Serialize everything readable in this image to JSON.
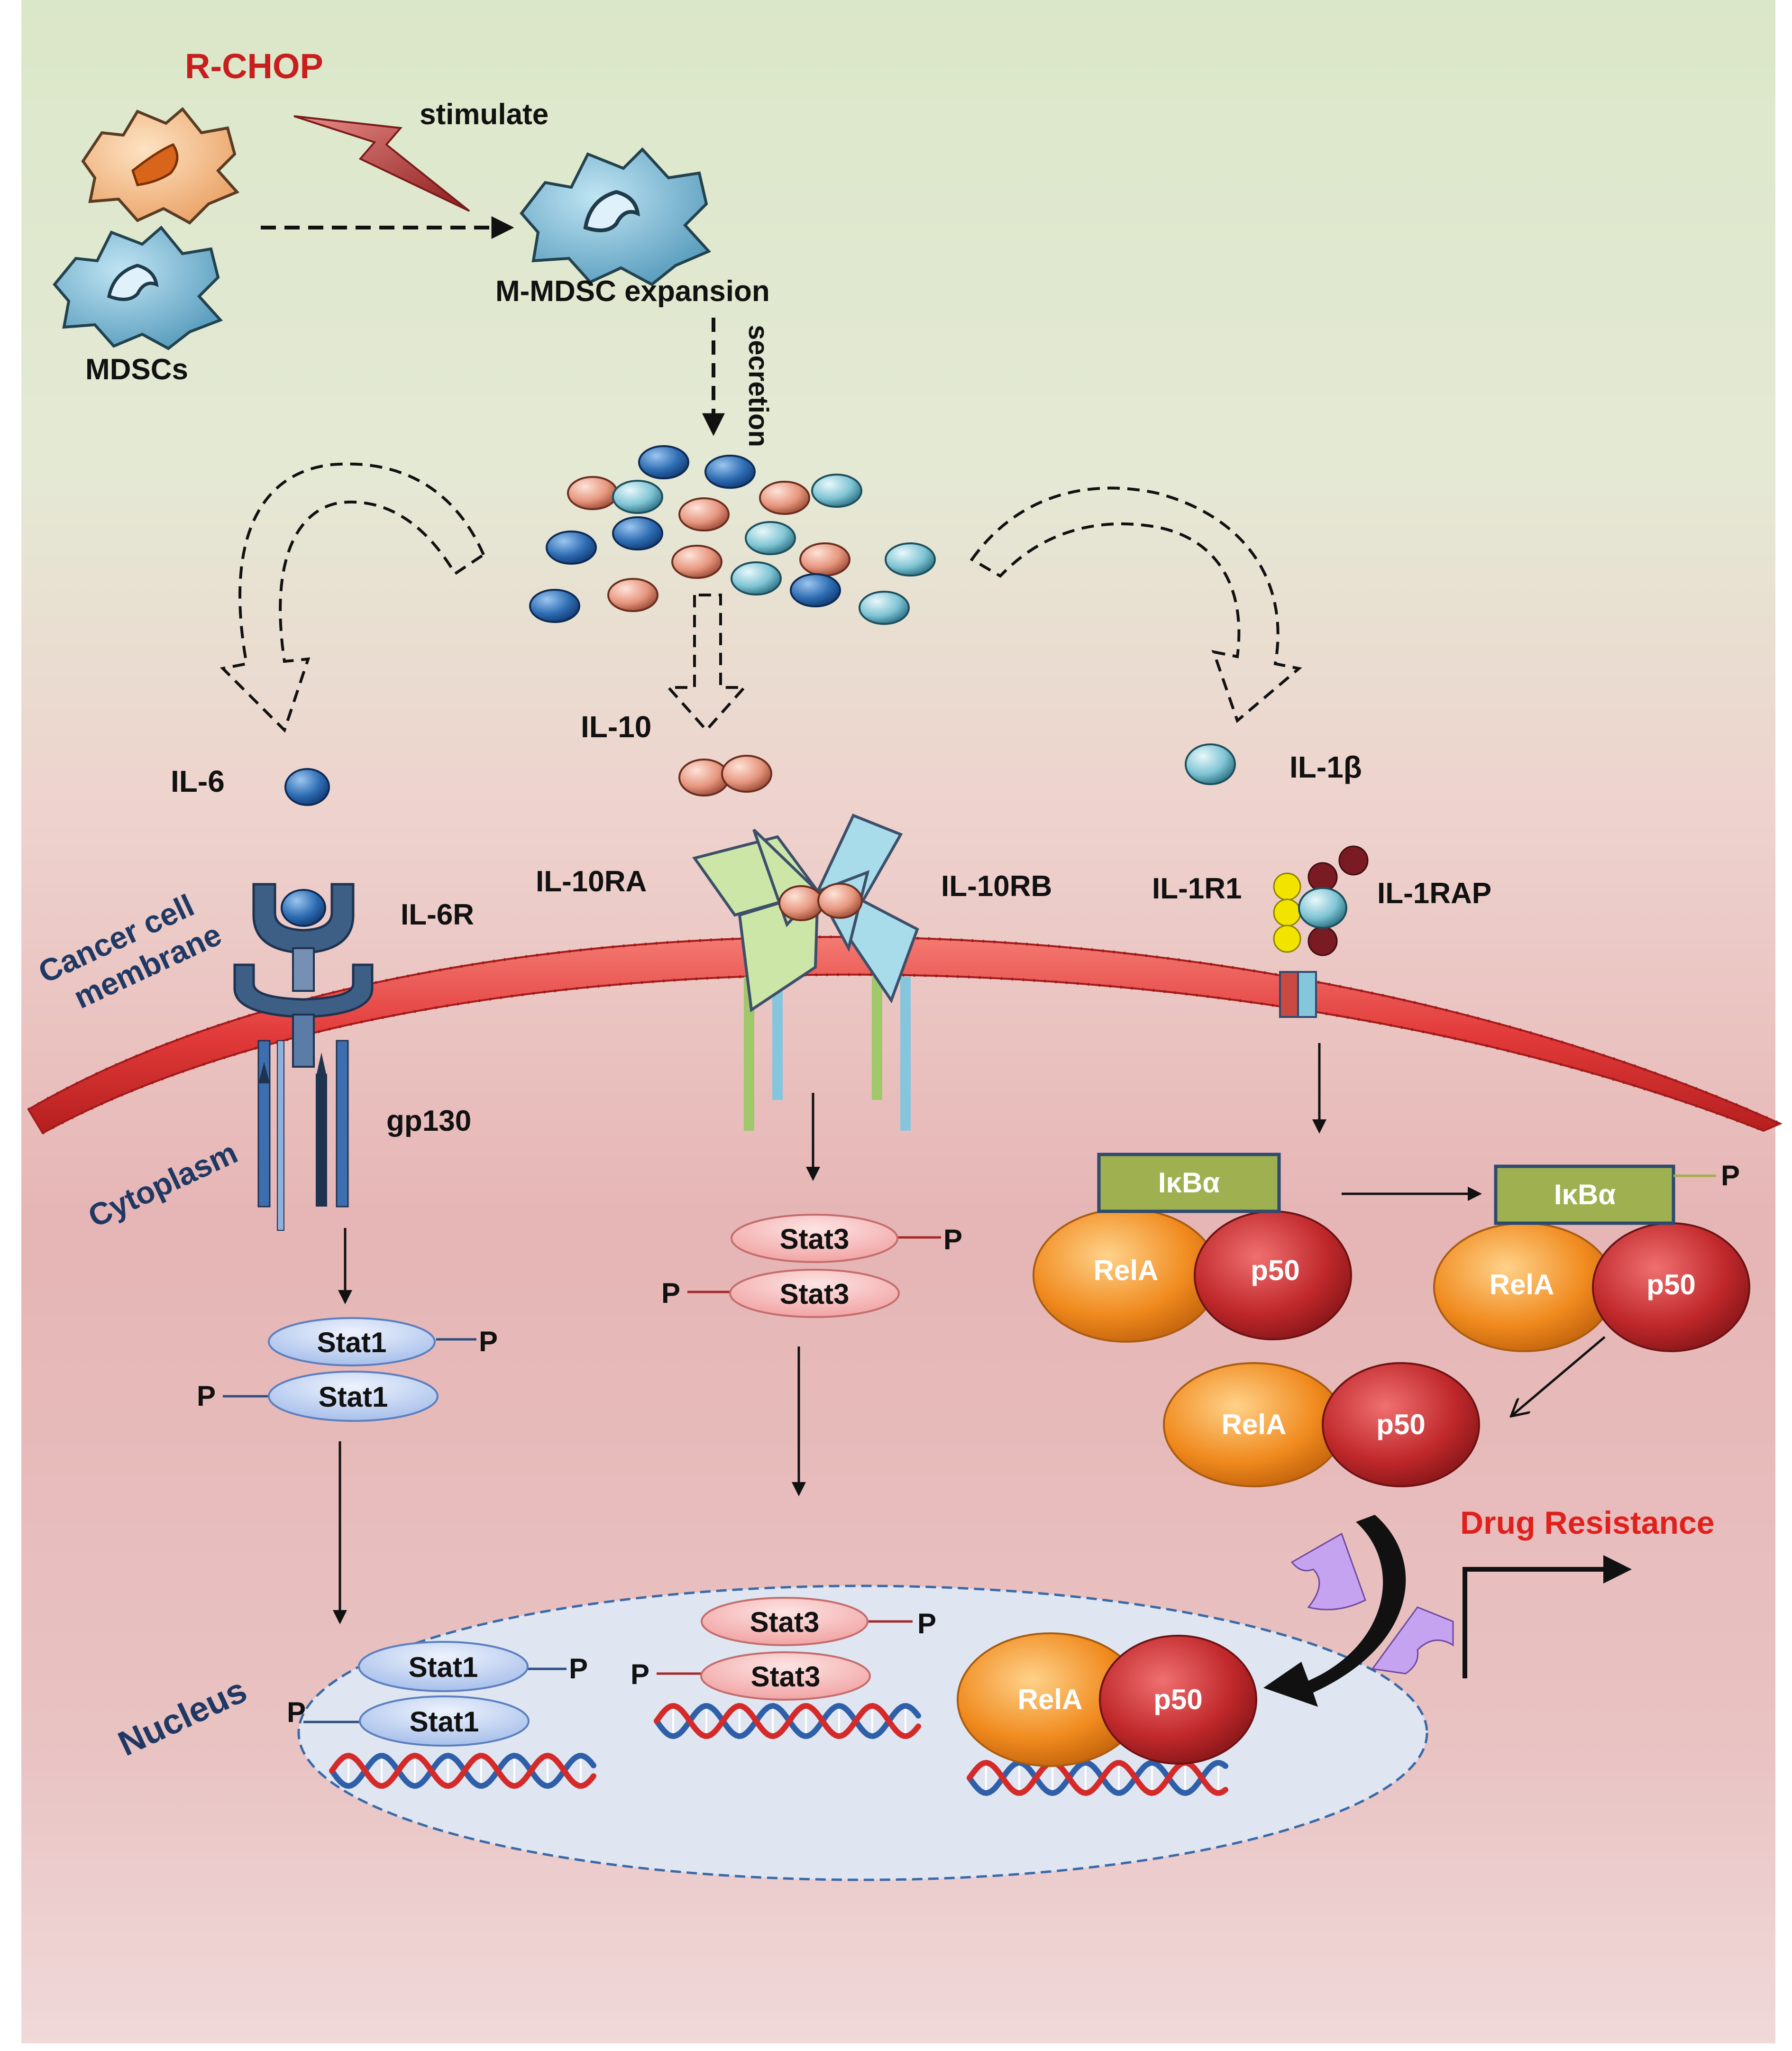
{
  "labels": {
    "rchop": "R-CHOP",
    "stimulate": "stimulate",
    "mdscs": "MDSCs",
    "mmdsc_expansion": "M-MDSC expansion",
    "secretion": "secretion",
    "il6": "IL-6",
    "il10": "IL-10",
    "il1b": "IL-1β",
    "il6r": "IL-6R",
    "il10ra": "IL-10RA",
    "il10rb": "IL-10RB",
    "il1r1": "IL-1R1",
    "il1rap": "IL-1RAP",
    "membrane_line1": "Cancer cell",
    "membrane_line2": "membrane",
    "cytoplasm": "Cytoplasm",
    "gp130": "gp130",
    "nucleus": "Nucleus",
    "drug_resistance": "Drug Resistance"
  },
  "proteins": {
    "stat1": "Stat1",
    "stat3": "Stat3",
    "p": "P",
    "ikba": "IκBα",
    "rela": "RelA",
    "p50": "p50"
  },
  "colors": {
    "bg_top": "#dbe7c9",
    "bg_bottom": "#e7bcbc",
    "red_accent": "#e0201c",
    "label_navy": "#1f3864",
    "membrane": "#e23a3a",
    "nucleus": "#dfe6f1",
    "rela": "#f08a1e",
    "p50": "#c0282b",
    "ikba": "#9fb050",
    "stat1": "#b9cdf0",
    "stat3": "#f6b1b1",
    "dna_red": "#d42a2a",
    "dna_blue": "#2f5fa8",
    "arrow_dark": "#111111",
    "cytokine_blue": "#2e6db3",
    "cytokine_cyan": "#7fc4d4",
    "cytokine_salmon": "#e7967e"
  },
  "icons": [
    "mdsc-cell-icon",
    "lightning-bolt-icon",
    "cytokine-icon",
    "receptor-icon",
    "dna-helix-icon",
    "inhibitor-icon"
  ]
}
